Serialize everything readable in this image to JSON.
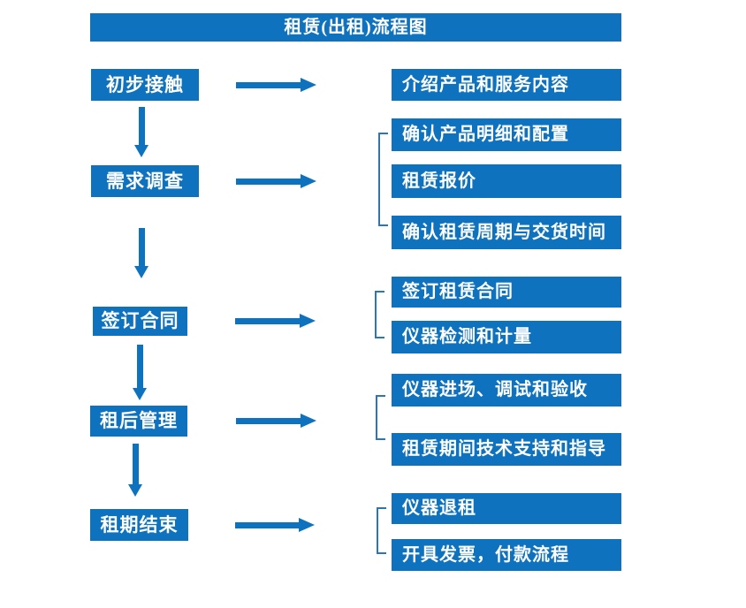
{
  "title": "租赁(出租)流程图",
  "colors": {
    "primary": "#0E72BE",
    "connector": "#2E75B6",
    "text_on_primary": "#FFFFFF",
    "background": "#FFFFFF"
  },
  "icons": {
    "right_arrow": "arrow-right-icon",
    "down_arrow": "arrow-down-icon"
  },
  "stages": [
    {
      "label": "初步接触",
      "details": [
        "介绍产品和服务内容"
      ]
    },
    {
      "label": "需求调查",
      "details": [
        "确认产品明细和配置",
        "租赁报价",
        "确认租赁周期与交货时间"
      ]
    },
    {
      "label": "签订合同",
      "details": [
        "签订租赁合同",
        "仪器检测和计量"
      ]
    },
    {
      "label": "租后管理",
      "details": [
        "仪器进场、调试和验收",
        "租赁期间技术支持和指导"
      ]
    },
    {
      "label": "租期结束",
      "details": [
        "仪器退租",
        "开具发票，付款流程"
      ]
    }
  ]
}
